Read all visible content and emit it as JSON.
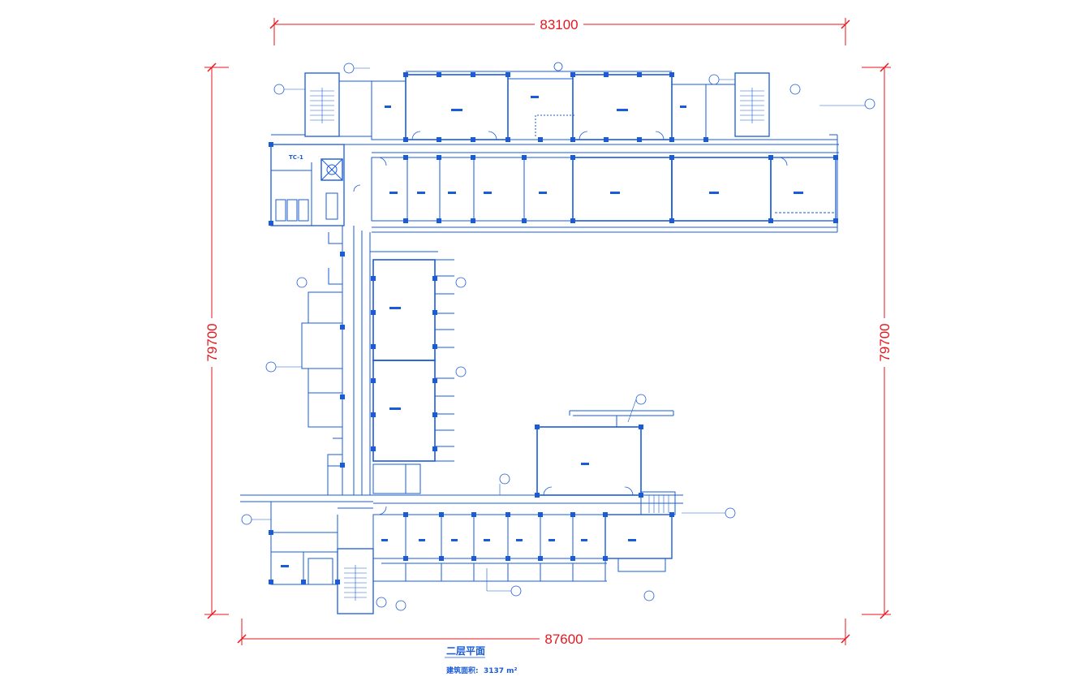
{
  "colors": {
    "plan": "#1a5bd8",
    "plan_fill": "#1a5bd8",
    "dimension": "#e8161e",
    "background": "#ffffff"
  },
  "dimensions": {
    "top": "83100",
    "bottom": "87600",
    "left": "79700",
    "right": "79700"
  },
  "caption": {
    "title": "二层平面",
    "area_label": "建筑面积:",
    "area_value": "3137 m²"
  },
  "labels": {
    "grid_marker": "TC-1"
  }
}
